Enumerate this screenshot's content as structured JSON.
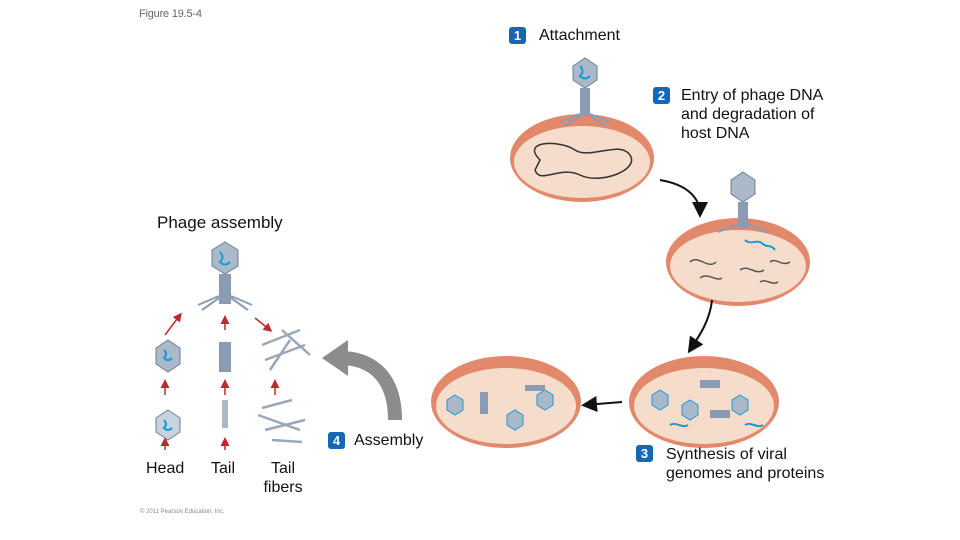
{
  "figure_label": "Figure 19.5-4",
  "copyright": "© 2011 Pearson Education, Inc.",
  "steps": [
    {
      "number": "1",
      "label": "Attachment"
    },
    {
      "number": "2",
      "label": "Entry of phage DNA and degradation of host DNA"
    },
    {
      "number": "3",
      "label": "Synthesis of viral genomes and proteins"
    },
    {
      "number": "4",
      "label": "Assembly"
    }
  ],
  "assembly": {
    "title": "Phage assembly",
    "parts": [
      "Head",
      "Tail",
      "Tail fibers"
    ]
  },
  "colors": {
    "cell_membrane": "#e3896b",
    "cell_interior": "#f6dccb",
    "phage_head": "#a9b9c9",
    "viral_dna": "#1a9ad6",
    "tail": "#8a9cb4",
    "arrow_red": "#c0282c",
    "arrow_gray": "#8c8c8c",
    "step_badge": "#1566b3"
  }
}
